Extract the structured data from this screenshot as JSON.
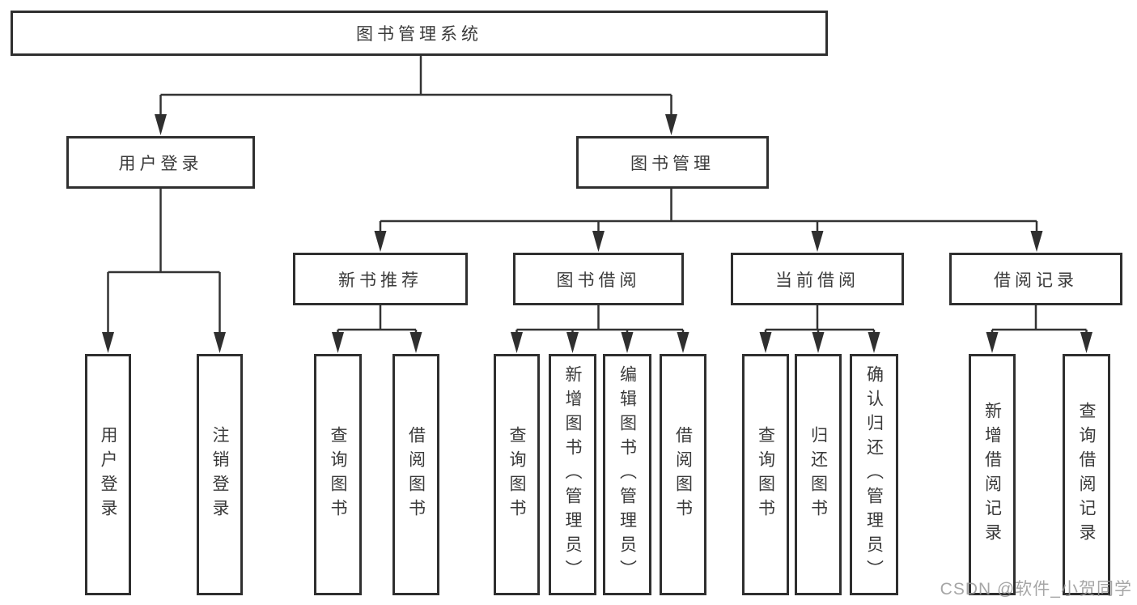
{
  "tree": {
    "label": "图书管理系统",
    "children": [
      {
        "label": "用户登录",
        "children": [
          {
            "label": "用户登录"
          },
          {
            "label": "注销登录"
          }
        ]
      },
      {
        "label": "图书管理",
        "children": [
          {
            "label": "新书推荐",
            "children": [
              {
                "label": "查询图书"
              },
              {
                "label": "借阅图书"
              }
            ]
          },
          {
            "label": "图书借阅",
            "children": [
              {
                "label": "查询图书"
              },
              {
                "label": "新增图书（管理员）"
              },
              {
                "label": "编辑图书（管理员）"
              },
              {
                "label": "借阅图书"
              }
            ]
          },
          {
            "label": "当前借阅",
            "children": [
              {
                "label": "查询图书"
              },
              {
                "label": "归还图书"
              },
              {
                "label": "确认归还（管理员）"
              }
            ]
          },
          {
            "label": "借阅记录",
            "children": [
              {
                "label": "新增借阅记录"
              },
              {
                "label": "查询借阅记录"
              }
            ]
          }
        ]
      }
    ]
  },
  "watermark": {
    "text": "CSDN @软件_小贺同学"
  },
  "colors": {
    "line": "#333333",
    "box_border": "#2f2f2f",
    "text": "#3a3a3a",
    "background": "#ffffff",
    "watermark": "#969696"
  }
}
